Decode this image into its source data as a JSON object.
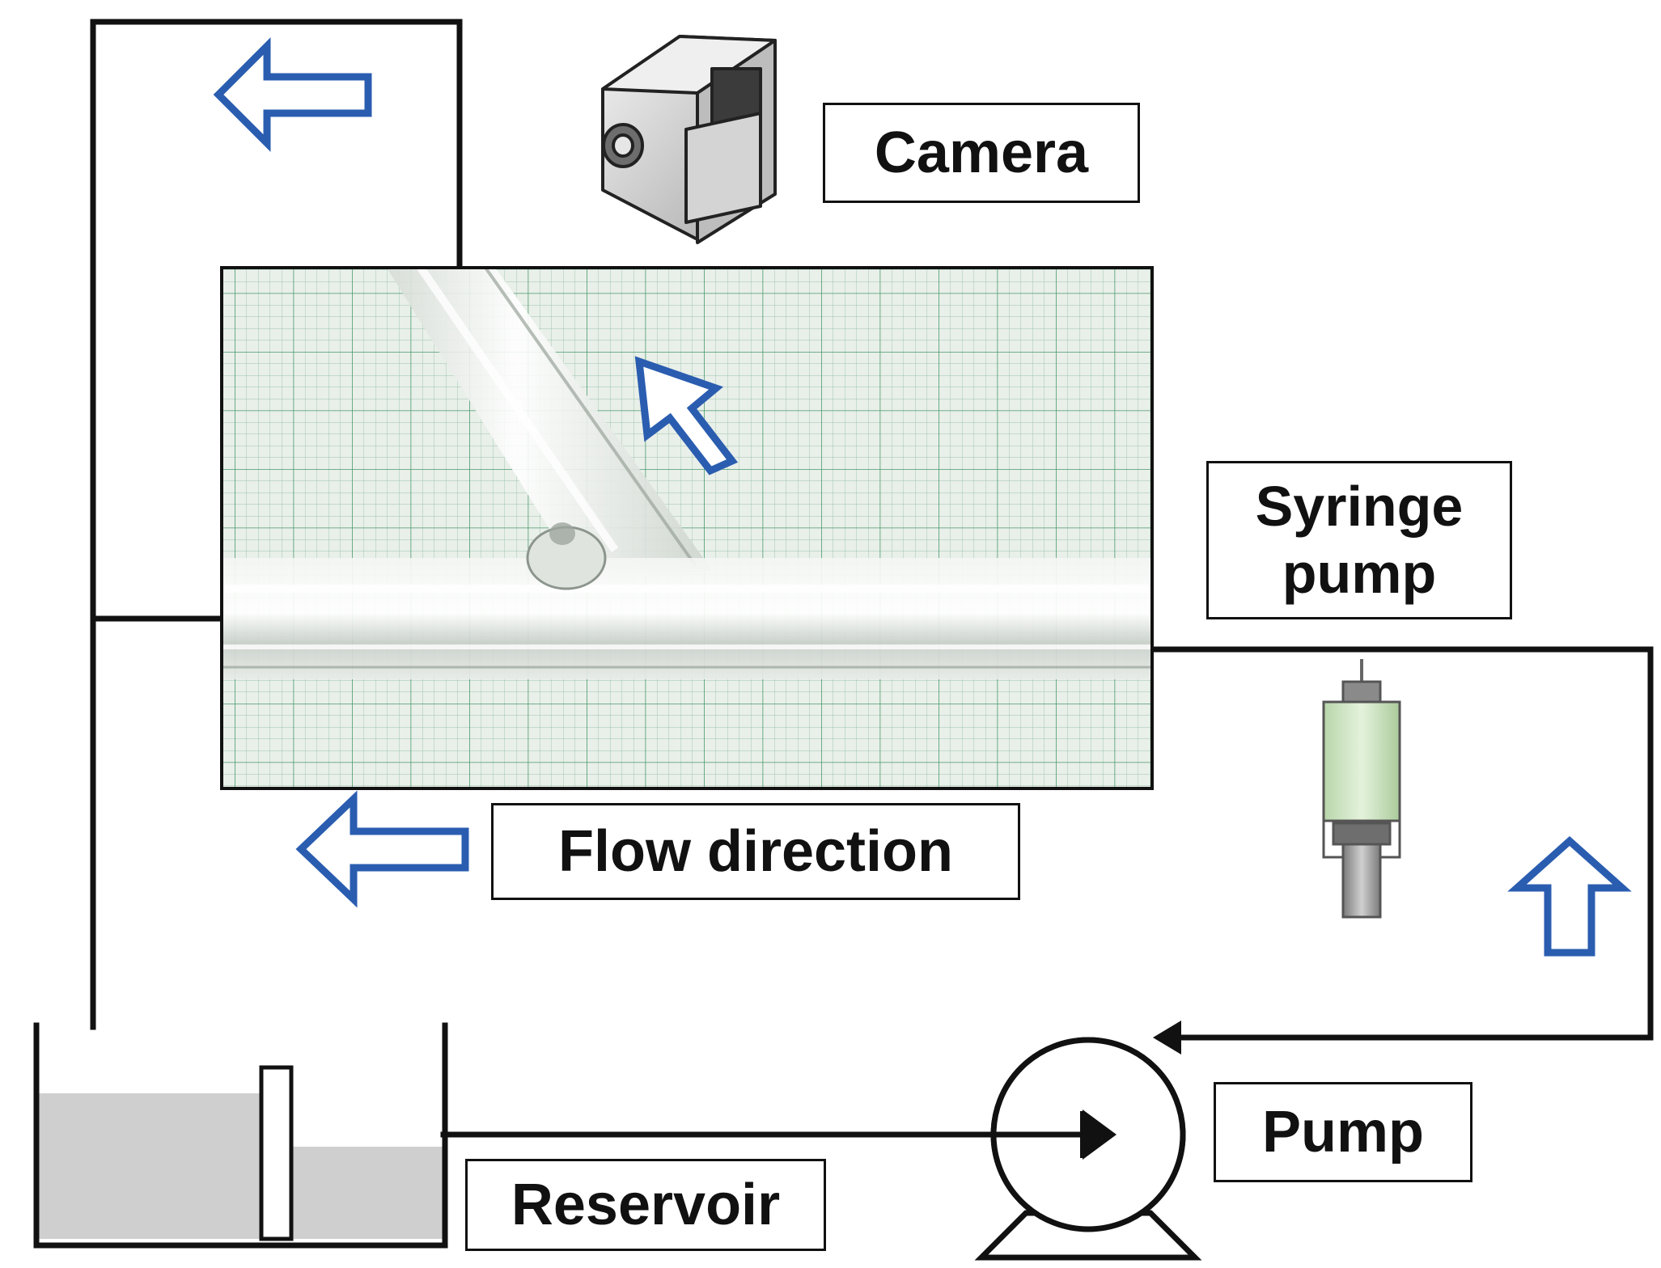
{
  "labels": {
    "camera": "Camera",
    "syringe_pump": "Syringe\npump",
    "flow_direction": "Flow direction",
    "pump": "Pump",
    "reservoir": "Reservoir"
  },
  "colors": {
    "line": "#111111",
    "arrow_outline": "#2a5db0",
    "grid_line": "#2e8b57",
    "grid_background": "#e9efe9",
    "water": "#cfcfcf",
    "syringe_barrel": "#cfe6c4"
  },
  "icons": {
    "camera": "camcorder-icon",
    "syringe": "syringe-icon",
    "pump": "centrifugal-pump-icon"
  }
}
